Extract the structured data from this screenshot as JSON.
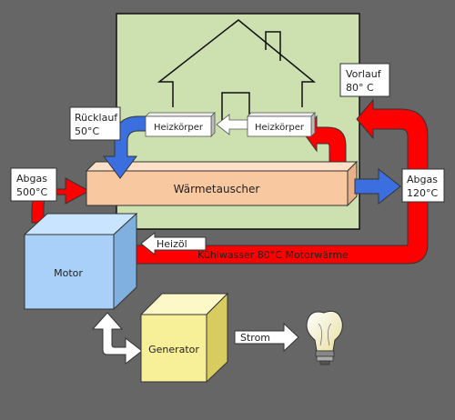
{
  "labels": {
    "vorlauf_line1": "Vorlauf",
    "vorlauf_line2": "80° C",
    "ruecklauf_line1": "Rücklauf",
    "ruecklauf_line2": "50°C",
    "heizkoerper_left": "Heizkörper",
    "heizkoerper_right": "Heizkörper",
    "abgas_in_line1": "Abgas",
    "abgas_in_line2": "500°C",
    "abgas_out_line1": "Abgas",
    "abgas_out_line2": "120°C",
    "waermetauscher": "Wärmetauscher",
    "heizoel": "Heizöl",
    "motor": "Motor",
    "kuehlwasser": "Kühlwasser 80°C Motorwärme",
    "generator": "Generator",
    "strom": "Strom"
  },
  "colors": {
    "background": "#666666",
    "house_area": "#cce0b0",
    "hot_arrow": "#ff0000",
    "cold_arrow": "#3b6fe0",
    "exchanger": "#f8c8a0",
    "motor": "#a8d0f8",
    "generator": "#f8f098",
    "label_box": "#ffffff"
  },
  "icons": [
    "house-outline-icon",
    "light-bulb-icon",
    "bidirectional-arrow-icon"
  ]
}
